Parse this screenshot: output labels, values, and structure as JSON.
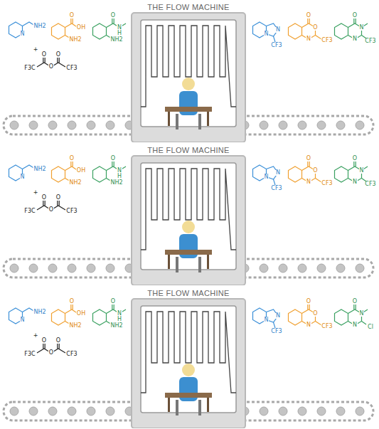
{
  "diagram": {
    "labels": [
      "THE FLOW MACHINE",
      "N",
      "NH2",
      "O",
      "OH",
      "NH2",
      "O",
      "N",
      "H",
      "NH2",
      "+",
      "F3C",
      "O",
      "O",
      "O",
      "CF3",
      "N",
      "N",
      "CF3",
      "O",
      "O",
      "N",
      "CF3",
      "O",
      "N",
      "N",
      "CF3",
      "THE FLOW MACHINE",
      "N",
      "NH2",
      "O",
      "OH",
      "NH2",
      "O",
      "N",
      "H",
      "NH2",
      "+",
      "F3C",
      "O",
      "O",
      "O",
      "CF3",
      "N",
      "N",
      "CF3",
      "O",
      "O",
      "N",
      "CF3",
      "O",
      "N",
      "N",
      "CF3",
      "THE FLOW MACHINE",
      "N",
      "NH2",
      "O",
      "OH",
      "NH2",
      "O",
      "N",
      "H",
      "NH2",
      "+",
      "F3C",
      "O",
      "O",
      "O",
      "CF3",
      "N",
      "N",
      "CF3",
      "O",
      "O",
      "N",
      "CF3",
      "O",
      "N",
      "N",
      "Cl"
    ]
  }
}
